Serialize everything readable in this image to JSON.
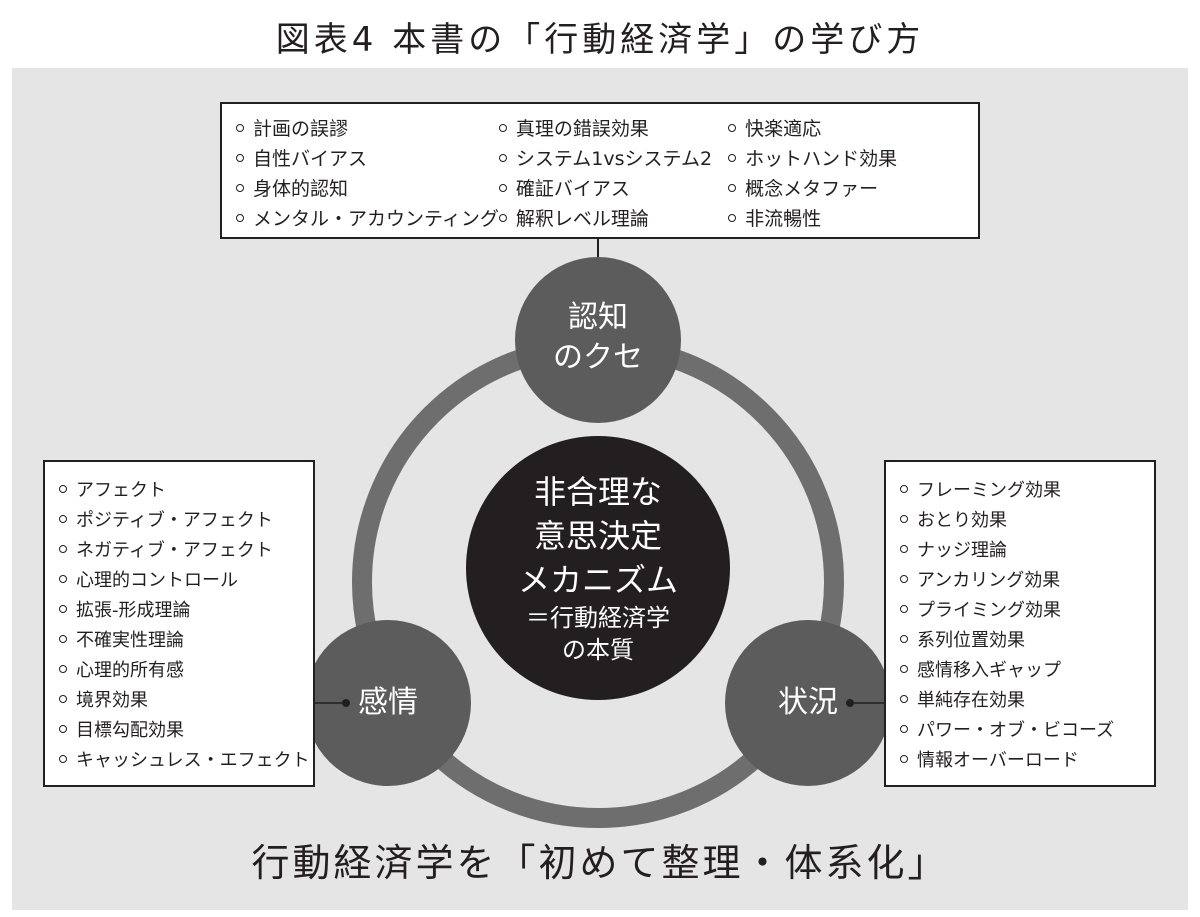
{
  "title": "図表4 本書の「行動経済学」の学び方",
  "cognition": {
    "label_line1": "認知",
    "label_line2": "のクセ",
    "items_col1": [
      "計画の誤謬",
      "自性バイアス",
      "身体的認知",
      "メンタル・アカウンティング"
    ],
    "items_col2": [
      "真理の錯誤効果",
      "システム1vsシステム2",
      "確証バイアス",
      "解釈レベル理論"
    ],
    "items_col3": [
      "快楽適応",
      "ホットハンド効果",
      "概念メタファー",
      "非流暢性"
    ]
  },
  "emotion": {
    "label": "感情",
    "items": [
      "アフェクト",
      "ポジティブ・アフェクト",
      "ネガティブ・アフェクト",
      "心理的コントロール",
      "拡張-形成理論",
      "不確実性理論",
      "心理的所有感",
      "境界効果",
      "目標勾配効果",
      "キャッシュレス・エフェクト"
    ]
  },
  "situation": {
    "label": "状況",
    "items": [
      "フレーミング効果",
      "おとり効果",
      "ナッジ理論",
      "アンカリング効果",
      "プライミング効果",
      "系列位置効果",
      "感情移入ギャップ",
      "単純存在効果",
      "パワー・オブ・ビコーズ",
      "情報オーバーロード"
    ]
  },
  "center": {
    "line1": "非合理な",
    "line2": "意思決定",
    "line3": "メカニズム",
    "line4": "＝行動経済学",
    "line5": "の本質"
  },
  "footer": "行動経済学を「初めて整理・体系化」"
}
